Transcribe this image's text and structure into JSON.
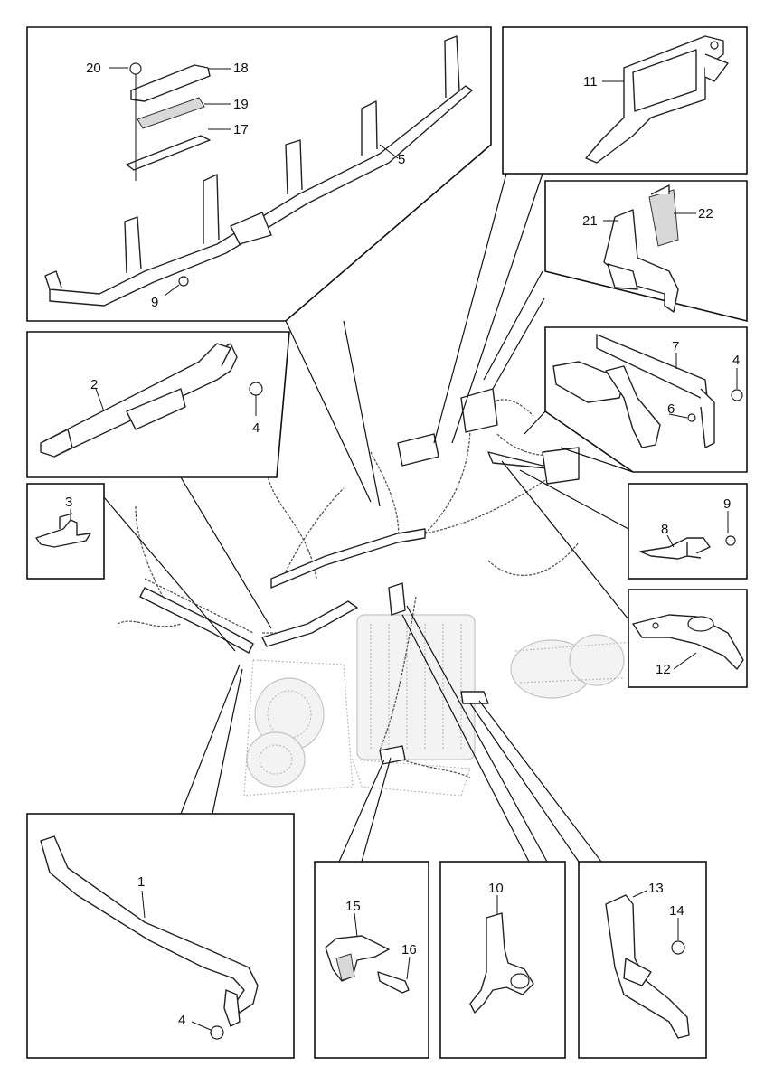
{
  "diagram": {
    "callouts": {
      "n1": "1",
      "n2": "2",
      "n3": "3",
      "n4a": "4",
      "n4b": "4",
      "n4c": "4",
      "n5": "5",
      "n6": "6",
      "n7": "7",
      "n8": "8",
      "n9a": "9",
      "n9b": "9",
      "n10": "10",
      "n11": "11",
      "n12": "12",
      "n13": "13",
      "n14": "14",
      "n15": "15",
      "n16": "16",
      "n17": "17",
      "n18": "18",
      "n19": "19",
      "n20": "20",
      "n21": "21",
      "n22": "22"
    }
  }
}
